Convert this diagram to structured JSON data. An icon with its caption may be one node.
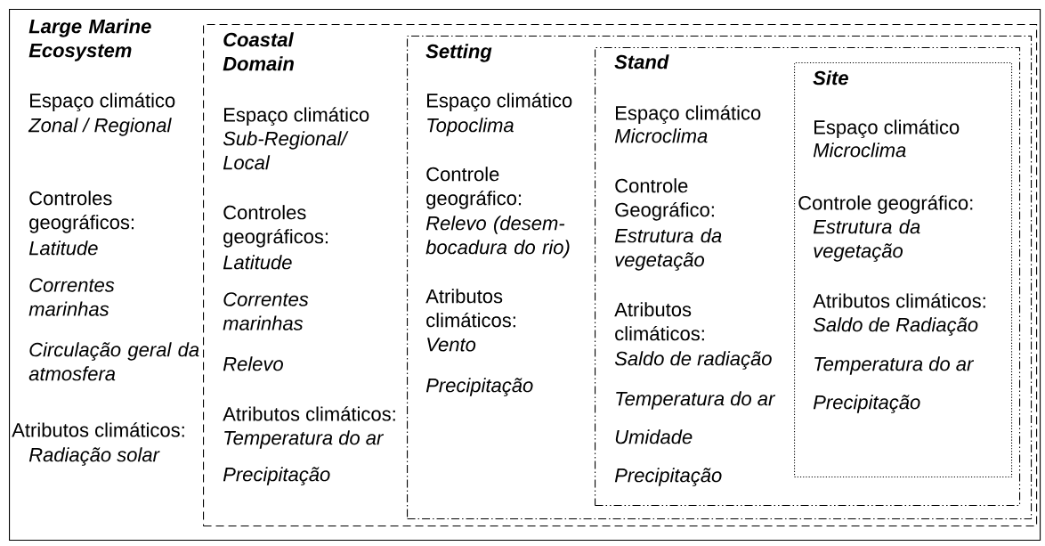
{
  "diagram": {
    "nodes": [
      {
        "text": [
          "Large Marine Ecosystem",
          "Espaço climático",
          "Zonal / Regional",
          "Controles geográficos:",
          "Latitude",
          "Correntes marinhas",
          "Circulação geral da atmosfera",
          "Atributos climáticos:",
          "Radiação solar"
        ]
      },
      {
        "text": [
          "Coastal Domain",
          "Espaço climático",
          "Sub-Regional/ Local",
          "Controles geográficos:",
          "Latitude",
          "Correntes marinhas",
          "Relevo",
          "Atributos climáticos:",
          "Temperatura do ar",
          "Precipitação"
        ],
        "in": 0
      },
      {
        "text": [
          "Setting",
          "Espaço climático",
          "Topoclima",
          "Controle geográfico:",
          "Relevo (desem- bocadura do rio)",
          "Atributos climáticos:",
          "Vento",
          "Precipitação"
        ],
        "in": 1
      },
      {
        "text": [
          "Stand",
          "Espaço climático",
          "Microclima",
          "Controle Geográfico:",
          "Estrutura da vegetação",
          "Atributos climáticos:",
          "Saldo de radiação",
          "Temperatura do ar",
          "Umidade",
          "Precipitação"
        ],
        "in": 2
      },
      {
        "text": [
          "Site",
          "Espaço climático",
          "Microclima",
          "Controle geográfico:",
          "Estrutura da vegetação",
          "Atributos climáticos:",
          "Saldo de Radiação",
          "Temperatura do ar",
          "Precipitação"
        ],
        "in": 3
      }
    ]
  }
}
